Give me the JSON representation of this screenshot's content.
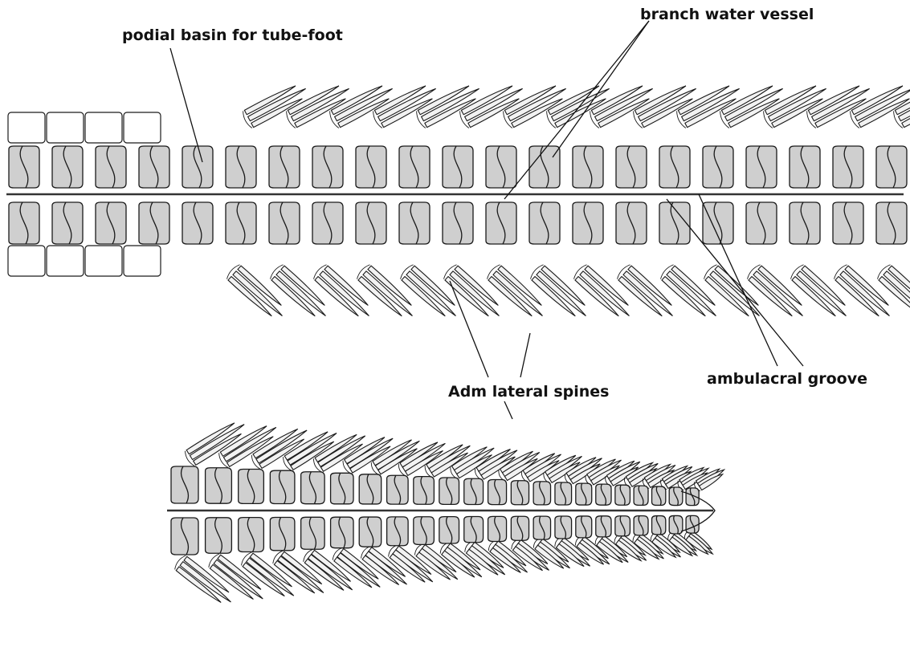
{
  "labels": {
    "podial_basin": "podial basin for tube-foot",
    "branch_water_vessel": "branch water vessel",
    "ambulacral_groove": "ambulacral groove",
    "adm_lateral_spines": "Adm lateral spines"
  },
  "colors": {
    "ink": "#1a1a1a",
    "stipple": "#cfcfcf",
    "background": "#ffffff"
  }
}
